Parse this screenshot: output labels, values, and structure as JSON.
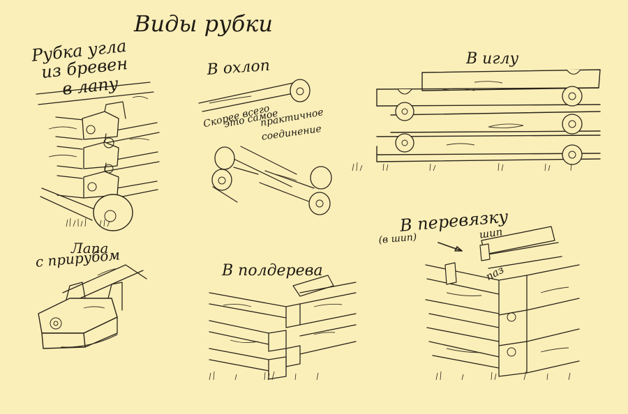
{
  "title": "Виды рубки",
  "sections": {
    "paw": {
      "line1": "Рубка угла",
      "line2": "из бревен",
      "line3": "в лапу"
    },
    "okhlop": {
      "title": "В охлоп",
      "note1": "Скорее всего",
      "note2": "это самое",
      "note3": "практичное",
      "note4": "соединение"
    },
    "iglu": {
      "title": "В иглу"
    },
    "paw_cut": {
      "line1": "Лапа",
      "line2": "с прирубом"
    },
    "half": {
      "title": "В полдерева"
    },
    "tie": {
      "title": "В перевязку",
      "subtitle": "(в шип)",
      "spike": "шип",
      "groove": "паз"
    }
  },
  "colors": {
    "paper": "#fbefb9",
    "ink": "#2a241b"
  }
}
